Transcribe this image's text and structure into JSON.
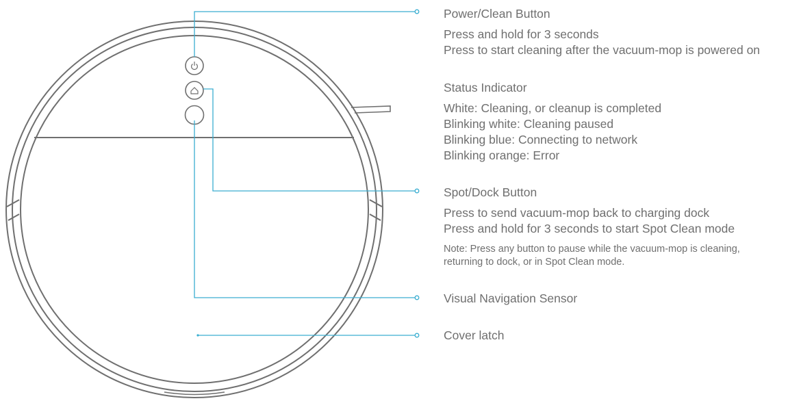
{
  "colors": {
    "outline": "#6f6f6f",
    "leader": "#3aaed1",
    "text": "#6f6f6f"
  },
  "icons": {
    "power": "power-icon",
    "home": "home-icon"
  },
  "callouts": {
    "power": {
      "title": "Power/Clean Button",
      "lines": [
        "Press and hold for 3 seconds",
        "Press to start cleaning after the vacuum-mop is powered on"
      ]
    },
    "status": {
      "title": "Status Indicator",
      "lines": [
        "White: Cleaning, or cleanup is completed",
        "Blinking white: Cleaning paused",
        "Blinking blue: Connecting to network",
        "Blinking orange: Error"
      ]
    },
    "spot": {
      "title": "Spot/Dock Button",
      "lines": [
        "Press to send vacuum-mop back to charging dock",
        "Press and hold for 3 seconds to start Spot Clean mode"
      ],
      "note": [
        "Note: Press any button to pause while the vacuum-mop is cleaning,",
        "returning to dock, or in Spot Clean mode."
      ]
    },
    "sensor": {
      "title": "Visual Navigation Sensor"
    },
    "latch": {
      "title": "Cover latch"
    }
  }
}
